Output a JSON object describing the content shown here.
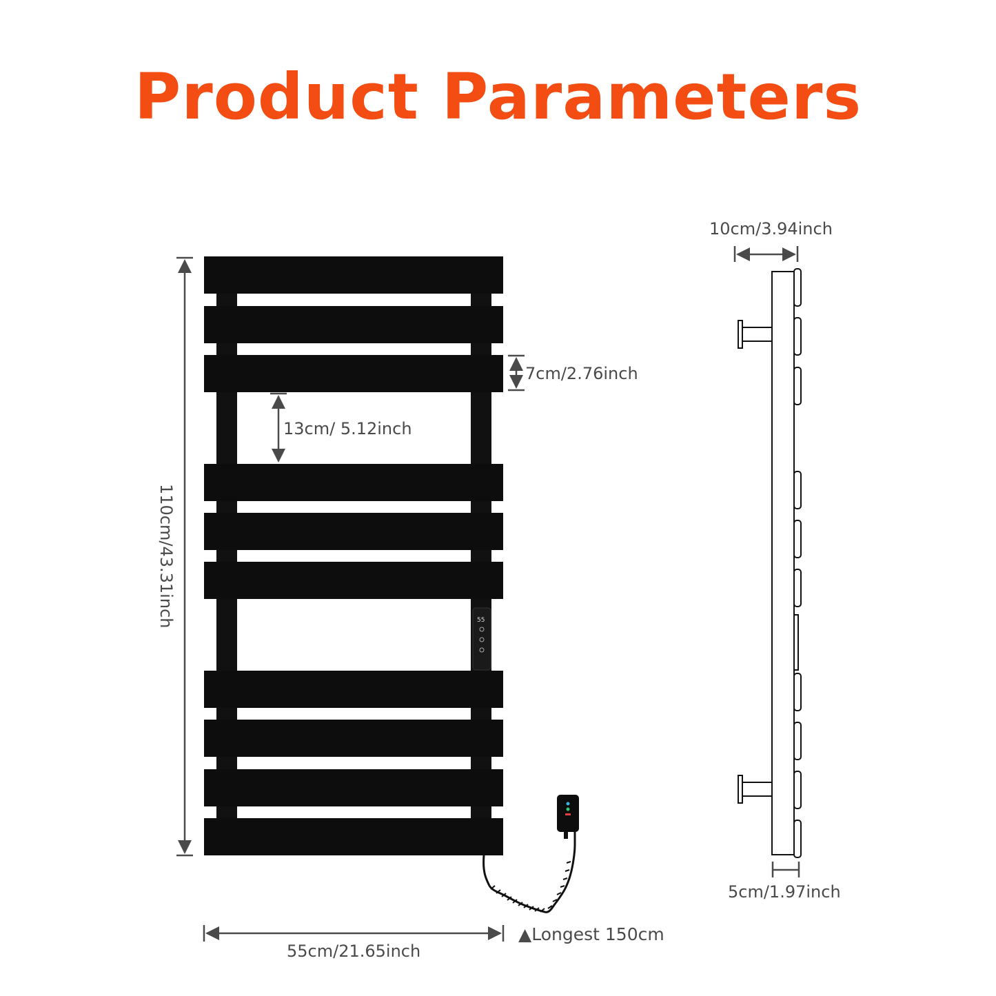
{
  "title": "Product Parameters",
  "dimensions": {
    "height": "110cm/43.31inch",
    "width": "55cm/21.65inch",
    "bar_height": "7cm/2.76inch",
    "bar_gap": "13cm/ 5.12inch",
    "depth": "10cm/3.94inch",
    "bar_depth": "5cm/1.97inch",
    "cable": "▲Longest 150cm"
  },
  "control_panel": {
    "display": "55"
  },
  "colors": {
    "title": "#f44d14",
    "rack": "#0d0d0d",
    "dimension_line": "#4a4a4a"
  }
}
